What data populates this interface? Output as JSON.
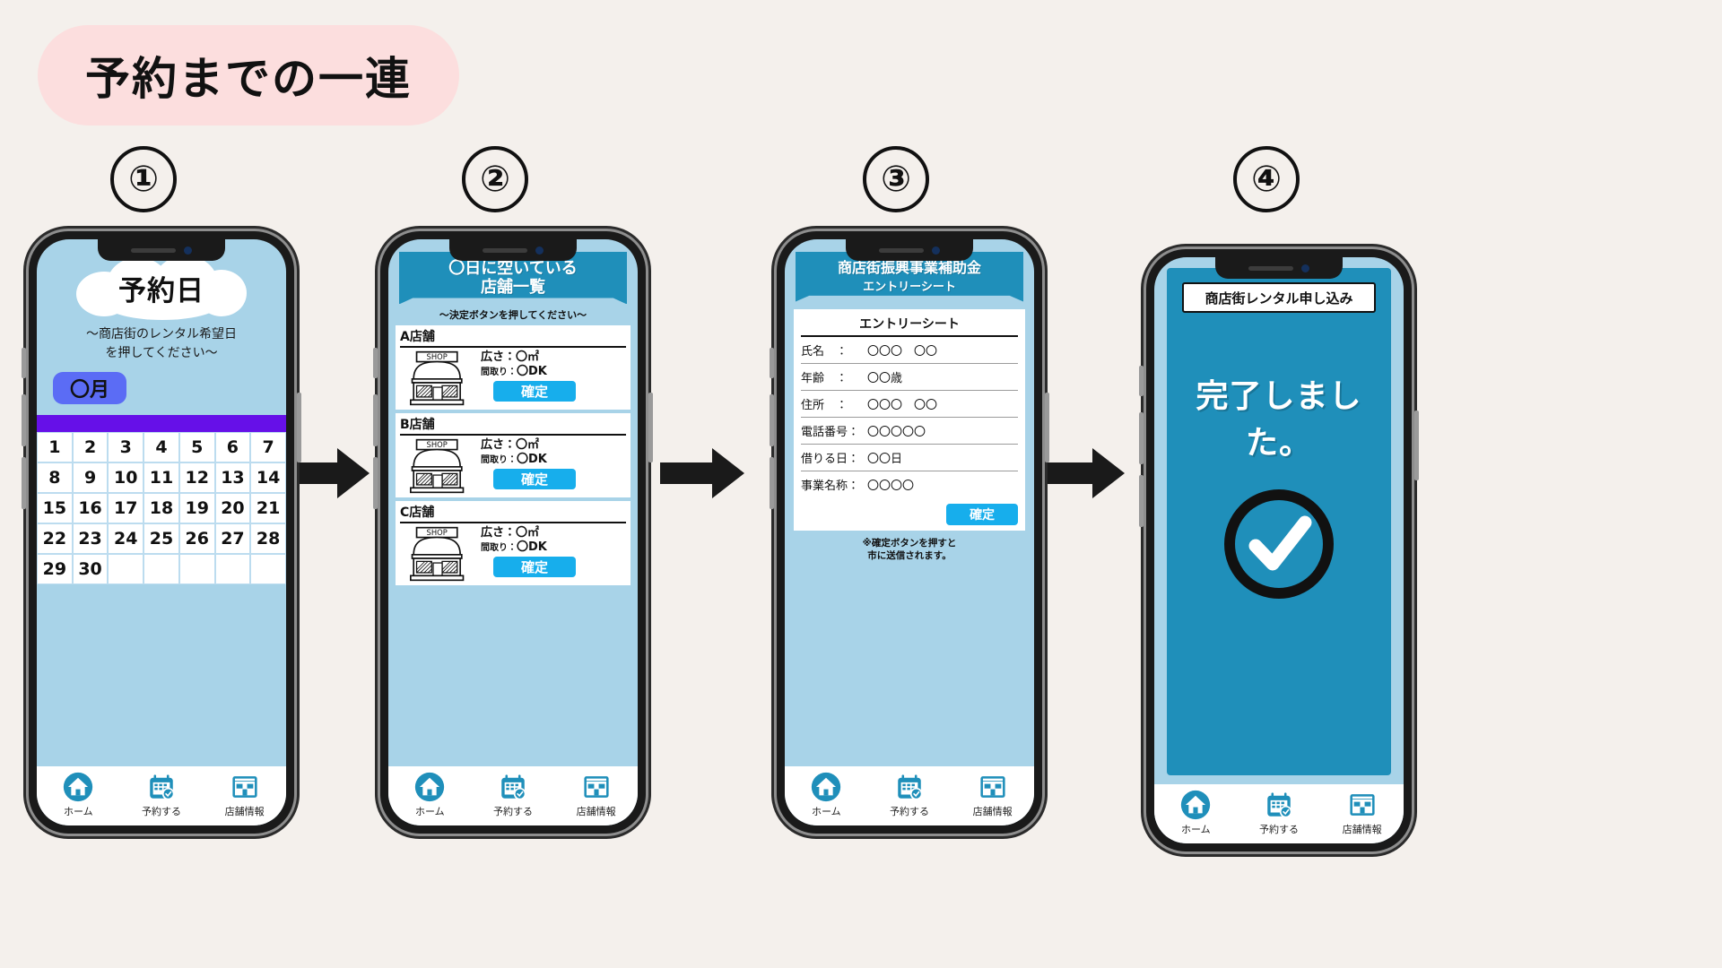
{
  "page": {
    "title": "予約までの一連",
    "background_color": "#f4f0ec",
    "title_pill_color": "#fcdede"
  },
  "steps": [
    {
      "number": "①"
    },
    {
      "number": "②"
    },
    {
      "number": "③"
    },
    {
      "number": "④"
    }
  ],
  "colors": {
    "screen_bg": "#a8d3e8",
    "ribbon": "#1f8fba",
    "accent_button": "#17aeec",
    "month_badge": "#5b6cf5",
    "calendar_header": "#6610e8",
    "nav_icon": "#1f8fba"
  },
  "nav": {
    "items": [
      {
        "icon": "home-icon",
        "label": "ホーム"
      },
      {
        "icon": "calendar-check-icon",
        "label": "予約する"
      },
      {
        "icon": "shop-icon",
        "label": "店舗情報"
      }
    ]
  },
  "screen1": {
    "heading": "予約日",
    "subtitle_line1": "～商店街のレンタル希望日",
    "subtitle_line2": "を押してください～",
    "month_badge": "〇月",
    "calendar": {
      "weekday_header": [
        "",
        "",
        "",
        "",
        "",
        "",
        ""
      ],
      "days": [
        [
          "1",
          "2",
          "3",
          "4",
          "5",
          "6",
          "7"
        ],
        [
          "8",
          "9",
          "10",
          "11",
          "12",
          "13",
          "14"
        ],
        [
          "15",
          "16",
          "17",
          "18",
          "19",
          "20",
          "21"
        ],
        [
          "22",
          "23",
          "24",
          "25",
          "26",
          "27",
          "28"
        ],
        [
          "29",
          "30",
          "",
          "",
          "",
          "",
          ""
        ]
      ]
    }
  },
  "screen2": {
    "ribbon_line1": "〇日に空いている",
    "ribbon_line2": "店舗一覧",
    "subtitle": "～決定ボタンを押してください～",
    "shop_sign_text": "SHOP",
    "confirm_label": "確定",
    "shops": [
      {
        "name": "A店舗",
        "area_label": "広さ：",
        "area_value": "〇㎡",
        "layout_label": "間取り：",
        "layout_value": "〇DK"
      },
      {
        "name": "B店舗",
        "area_label": "広さ：",
        "area_value": "〇㎡",
        "layout_label": "間取り：",
        "layout_value": "〇DK"
      },
      {
        "name": "C店舗",
        "area_label": "広さ：",
        "area_value": "〇㎡",
        "layout_label": "間取り：",
        "layout_value": "〇DK"
      }
    ]
  },
  "screen3": {
    "ribbon_line1": "商店街振興事業補助金",
    "ribbon_line2": "エントリーシート",
    "sheet_heading": "エントリーシート",
    "rows": [
      {
        "key": "氏名　：",
        "value": "〇〇〇　〇〇"
      },
      {
        "key": "年齢　：",
        "value": "〇〇歳"
      },
      {
        "key": "住所　：",
        "value": "〇〇〇　〇〇"
      },
      {
        "key": "電話番号：",
        "value": "〇〇〇〇〇"
      },
      {
        "key": "借りる日：",
        "value": "〇〇日"
      },
      {
        "key": "事業名称：",
        "value": "〇〇〇〇"
      }
    ],
    "confirm_label": "確定",
    "note_line1": "※確定ボタンを押すと",
    "note_line2": "市に送信されます。"
  },
  "screen4": {
    "title": "商店街レンタル申し込み",
    "message": "完了しました。",
    "icon": "check-circle-icon"
  }
}
